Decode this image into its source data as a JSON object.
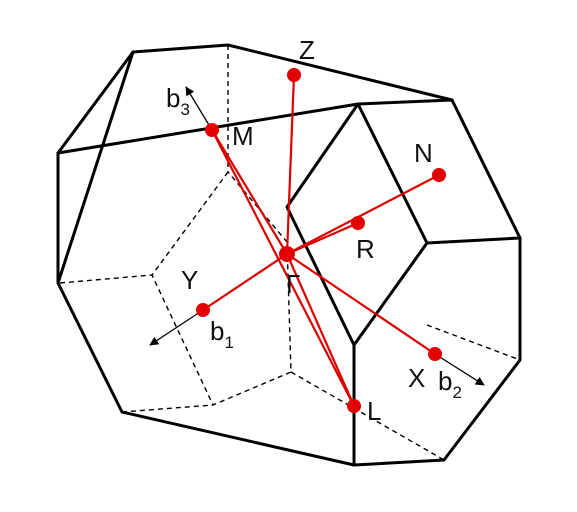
{
  "diagram": {
    "points": {
      "gamma": "Γ",
      "z": "Z",
      "m": "M",
      "n": "N",
      "r": "R",
      "y": "Y",
      "l": "L",
      "x": "X"
    },
    "vectors": {
      "b1": {
        "base": "b",
        "sub": "1"
      },
      "b2": {
        "base": "b",
        "sub": "2"
      },
      "b3": {
        "base": "b",
        "sub": "3"
      }
    },
    "colors": {
      "edges": "#000000",
      "k_path": "#dd0000",
      "k_points": "#e30000",
      "background": "#ffffff"
    }
  }
}
